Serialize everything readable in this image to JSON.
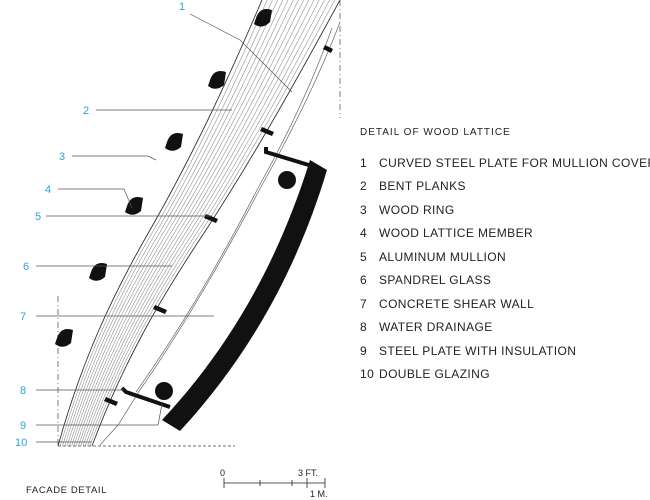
{
  "legend": {
    "title": "DETAIL OF WOOD LATTICE",
    "items": [
      {
        "number": "1",
        "label": "CURVED STEEL PLATE FOR MULLION COVER"
      },
      {
        "number": "2",
        "label": "BENT PLANKS"
      },
      {
        "number": "3",
        "label": "WOOD RING"
      },
      {
        "number": "4",
        "label": "WOOD LATTICE MEMBER"
      },
      {
        "number": "5",
        "label": "ALUMINUM MULLION"
      },
      {
        "number": "6",
        "label": "SPANDREL GLASS"
      },
      {
        "number": "7",
        "label": "CONCRETE SHEAR WALL"
      },
      {
        "number": "8",
        "label": "WATER DRAINAGE"
      },
      {
        "number": "9",
        "label": "STEEL PLATE WITH INSULATION"
      },
      {
        "number": "10",
        "label": "DOUBLE GLAZING"
      }
    ]
  },
  "callouts": [
    "1",
    "2",
    "3",
    "4",
    "5",
    "6",
    "7",
    "8",
    "9",
    "10"
  ],
  "caption": "FACADE DETAIL",
  "scale": {
    "zero": "0",
    "feet": "3 FT.",
    "meter": "1 M."
  },
  "colors": {
    "callout": "#29a3d4",
    "ink": "#1a1a1a",
    "line": "#555555"
  }
}
